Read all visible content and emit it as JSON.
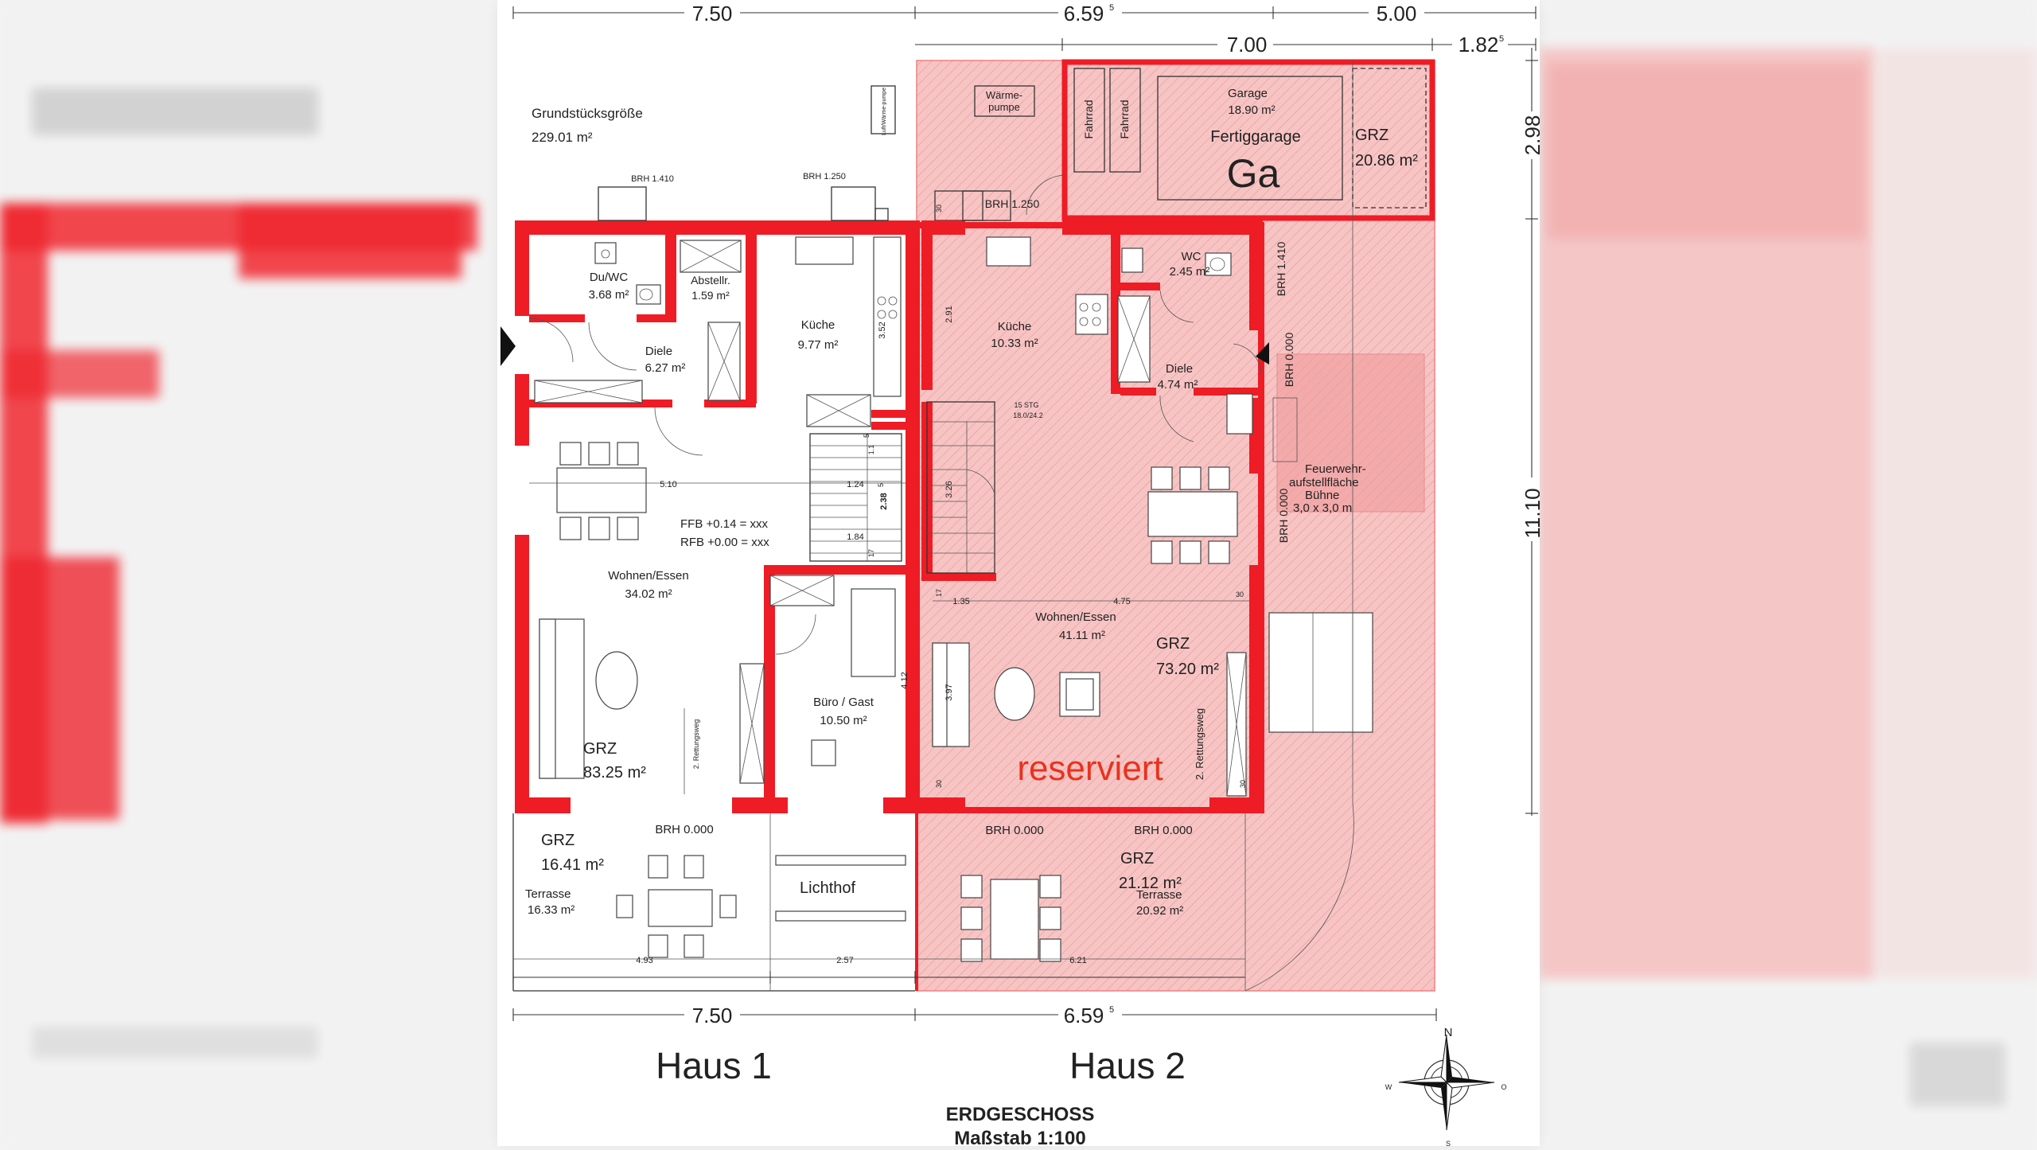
{
  "top_dimensions": {
    "haus1_width": "7.50",
    "haus2_width_main": "6.59",
    "haus2_width_sup": "5",
    "garage_row_width_a": "5.00",
    "garage_inner_width": "7.00",
    "right_offset_main": "1.82",
    "right_offset_sup": "5"
  },
  "side_dimensions": {
    "top_right": "2.98",
    "main_right": "11.10"
  },
  "bottom_dimensions": {
    "haus1_width": "7.50",
    "haus2_width_main": "6.59",
    "haus2_width_sup": "5",
    "terrace1": "4.93",
    "lichthof": "2.57",
    "terrace2": "6.21"
  },
  "plot_size": {
    "label": "Grundstücksgröße",
    "value": "229.01 m²"
  },
  "haus1": {
    "label": "Haus 1",
    "window_brh_1": "BRH 1.410",
    "window_brh_2": "BRH 1.250",
    "rooms": {
      "du_wc": {
        "name": "Du/WC",
        "area": "3.68 m²"
      },
      "abstellr": {
        "name": "Abstellr.",
        "area": "1.59 m²"
      },
      "kueche": {
        "name": "Küche",
        "area": "9.77 m²"
      },
      "diele": {
        "name": "Diele",
        "area": "6.27 m²"
      },
      "wohnen": {
        "name": "Wohnen/Essen",
        "area": "34.02 m²"
      },
      "buero": {
        "name": "Büro / Gast",
        "area": "10.50 m²"
      }
    },
    "floor_levels": {
      "ffb": "FFB +0.14 = xxx",
      "rfb": "RFB +0.00 = xxx"
    },
    "inner_dims": {
      "d1": "5.10",
      "d2": "1.24",
      "d3": "1.84",
      "d4": "2.38",
      "d4_sup": "5",
      "d5": "4.12",
      "d6": "3.52",
      "d7": "1.1",
      "d7_sup": "5",
      "d8": "17"
    },
    "grz": {
      "label": "GRZ",
      "value": "83.25 m²"
    },
    "rettungsweg": "2. Rettungsweg",
    "terrace": {
      "grz_label": "GRZ",
      "grz_value": "16.41 m²",
      "name": "Terrasse",
      "area": "16.33 m²",
      "brh": "BRH 0.000"
    },
    "lichthof": "Lichthof"
  },
  "haus2": {
    "label": "Haus 2",
    "reserved": "reserviert",
    "window_brh_top": "BRH 1.250",
    "window_brh_wc": "BRH 1.410",
    "window_brh_diele": "BRH 0.000",
    "window_brh_wohnen": "BRH 0.000",
    "rooms": {
      "kueche": {
        "name": "Küche",
        "area": "10.33 m²"
      },
      "wc": {
        "name": "WC",
        "area": "2.45 m²"
      },
      "diele": {
        "name": "Diele",
        "area": "4.74 m²"
      },
      "wohnen": {
        "name": "Wohnen/Essen",
        "area": "41.11 m²"
      }
    },
    "stair": {
      "steps": "15 STG",
      "rise": "18.0/24.2"
    },
    "inner_dims": {
      "d1": "2.91",
      "d2": "3.26",
      "d3": "1.35",
      "d4": "4.75",
      "d5": "3.97",
      "d6": "30",
      "d7": "30",
      "d8": "30",
      "d9": "17",
      "d10": "30"
    },
    "grz": {
      "label": "GRZ",
      "value": "73.20 m²"
    },
    "rettungsweg": "2. Rettungsweg",
    "terrace": {
      "grz_label": "GRZ",
      "grz_value": "21.12 m²",
      "name": "Terrasse",
      "area": "20.92 m²",
      "brh_1": "BRH 0.000",
      "brh_2": "BRH 0.000"
    },
    "feuerwehr": {
      "line1": "Feuerwehr-",
      "line2": "aufstellfläche",
      "line3": "Bühne",
      "line4": "3,0 x 3,0 m"
    }
  },
  "garage": {
    "name": "Garage",
    "area": "18.90 m²",
    "type": "Fertiggarage",
    "code": "Ga",
    "grz_label": "GRZ",
    "grz_value": "20.86 m²",
    "bike_1": "Fahrrad",
    "bike_2": "Fahrrad",
    "heatpump": "Wärme-\npumpe",
    "heatpump_line1": "Wärme-",
    "heatpump_line2": "pumpe",
    "luft_waermepumpe": "Luft/Wärme-pumpe"
  },
  "title_block": {
    "title": "ERDGESCHOSS",
    "scale": "Maßstab 1:100"
  },
  "compass": {
    "n": "N",
    "s": "S",
    "w": "W",
    "o": "O"
  },
  "colors": {
    "wall_red": "#ee1c25",
    "reserved_overlay": "#f5a0a0",
    "reserved_text": "#e8321e"
  }
}
